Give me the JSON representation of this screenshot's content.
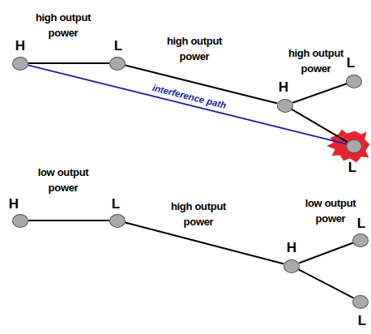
{
  "diagram": {
    "nodes": [
      {
        "text": [
          "H"
        ]
      },
      {
        "text": [
          "L"
        ]
      },
      {
        "text": [
          "H"
        ]
      },
      {
        "text": [
          "L"
        ]
      },
      {
        "text": [
          "L"
        ]
      },
      {
        "text": [
          "H"
        ]
      },
      {
        "text": [
          "L"
        ]
      },
      {
        "text": [
          "H"
        ]
      },
      {
        "text": [
          "L"
        ]
      },
      {
        "text": [
          "L"
        ]
      }
    ],
    "edges": [
      {
        "from": 0,
        "to": 1,
        "arrow": "none"
      },
      {
        "from": 1,
        "to": 2,
        "arrow": "none"
      },
      {
        "from": 2,
        "to": 3,
        "arrow": "none"
      },
      {
        "from": 2,
        "to": 4,
        "arrow": "none"
      },
      {
        "from": 0,
        "to": 4,
        "label": "interference path",
        "arrow": "none"
      },
      {
        "from": 5,
        "to": 6,
        "arrow": "none"
      },
      {
        "from": 6,
        "to": 7,
        "arrow": "none"
      },
      {
        "from": 7,
        "to": 8,
        "arrow": "none"
      },
      {
        "from": 7,
        "to": 9,
        "arrow": "none"
      }
    ],
    "labels": [
      "high output power",
      "high output power",
      "high output power",
      "low output power",
      "high output power",
      "low output power"
    ]
  }
}
